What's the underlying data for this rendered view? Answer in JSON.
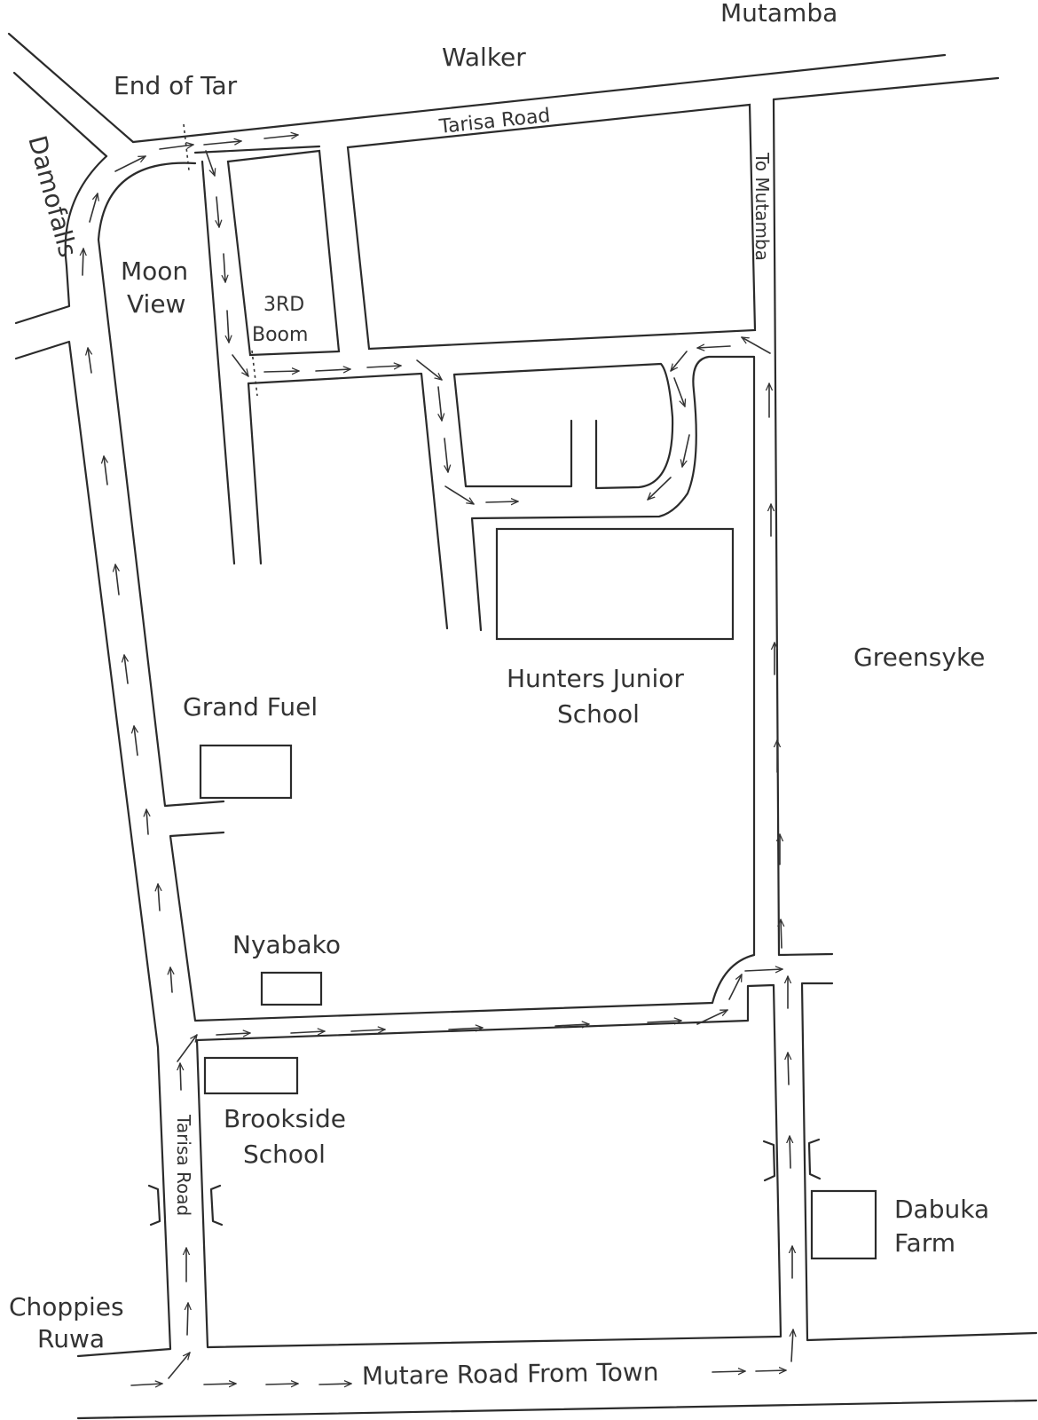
{
  "labels": {
    "mutamba": "Mutamba",
    "walker": "Walker",
    "end_of_tar": "End of Tar",
    "damofalls": "Damofalls",
    "tarisa_road_top": "Tarisa Road",
    "to_mutamba": "To Mutamba",
    "moon_view_1": "Moon",
    "moon_view_2": "View",
    "third_boom_1": "3RD",
    "third_boom_2": "Boom",
    "greensyke": "Greensyke",
    "hunters_1": "Hunters Junior",
    "hunters_2": "School",
    "grand_fuel": "Grand Fuel",
    "nyabako": "Nyabako",
    "brookside_1": "Brookside",
    "brookside_2": "School",
    "tarisa_road_left": "Tarisa Road",
    "dabuka_1": "Dabuka",
    "dabuka_2": "Farm",
    "choppies_1": "Choppies",
    "choppies_2": "Ruwa",
    "mutare_road": "Mutare Road From Town"
  }
}
